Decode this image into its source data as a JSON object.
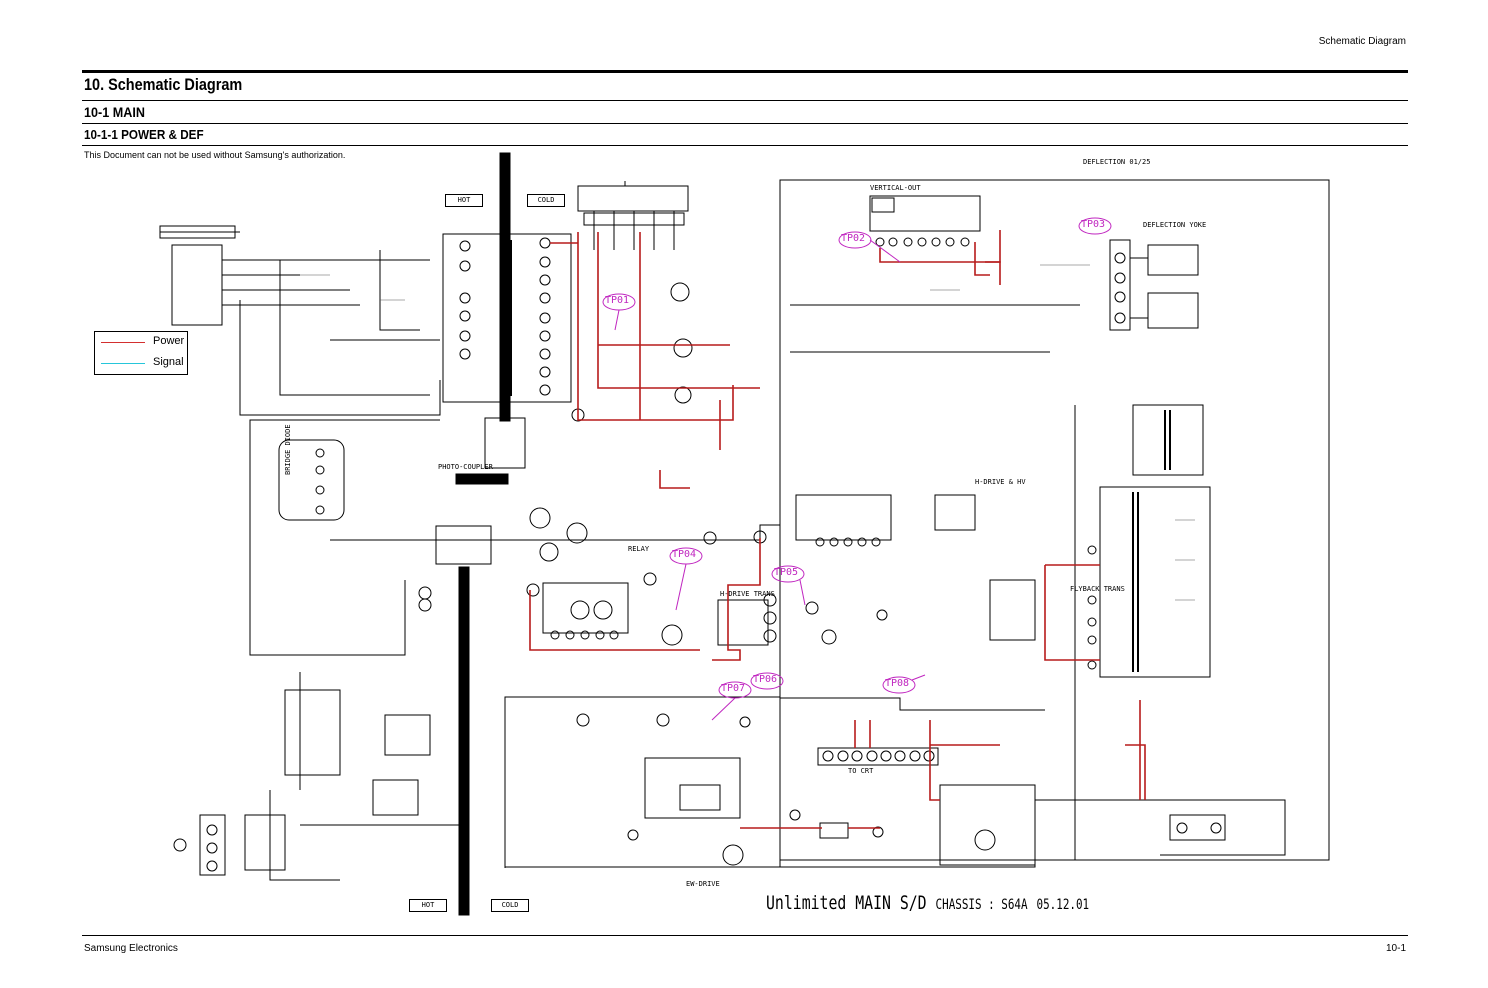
{
  "header": {
    "right_title": "Schematic Diagram",
    "h1": "10. Schematic Diagram",
    "h2": "10-1 MAIN",
    "h3": "10-1-1 POWER & DEF",
    "notice": "This Document can not be used without Samsung's authorization."
  },
  "footer": {
    "left": "Samsung Electronics",
    "right": "10-1"
  },
  "legend": {
    "items": [
      {
        "label": "Power",
        "color": "#d32f2f"
      },
      {
        "label": "Signal",
        "color": "#26c6da"
      }
    ]
  },
  "isolation": {
    "hot_top": "HOT",
    "cold_top": "COLD",
    "hot_bottom": "HOT",
    "cold_bottom": "COLD"
  },
  "sections": {
    "deflection_ref": "DEFLECTION 01/25",
    "vertical_out": "VERTICAL-OUT",
    "deflection_yoke": "DEFLECTION YOKE",
    "h_drive_hv": "H-DRIVE & HV",
    "flyback_trans": "FLYBACK TRANS",
    "h_drive_trans": "H-DRIVE TRANS",
    "ew_drive": "EW-DRIVE",
    "to_crt": "TO CRT",
    "photo_coupler": "PHOTO-COUPLER",
    "bridge_diode": "BRIDGE DIODE",
    "relay": "RELAY"
  },
  "test_points": [
    "TP01",
    "TP02",
    "TP03",
    "TP04",
    "TP05",
    "TP06",
    "TP07",
    "TP08"
  ],
  "chassis_label": {
    "main": "Unlimited MAIN S/D",
    "chassis": "CHASSIS : S64A",
    "date": "05.12.01"
  },
  "colors": {
    "power_trace": "#b71c1c",
    "test_point": "#c026c0",
    "ink": "#000000"
  }
}
